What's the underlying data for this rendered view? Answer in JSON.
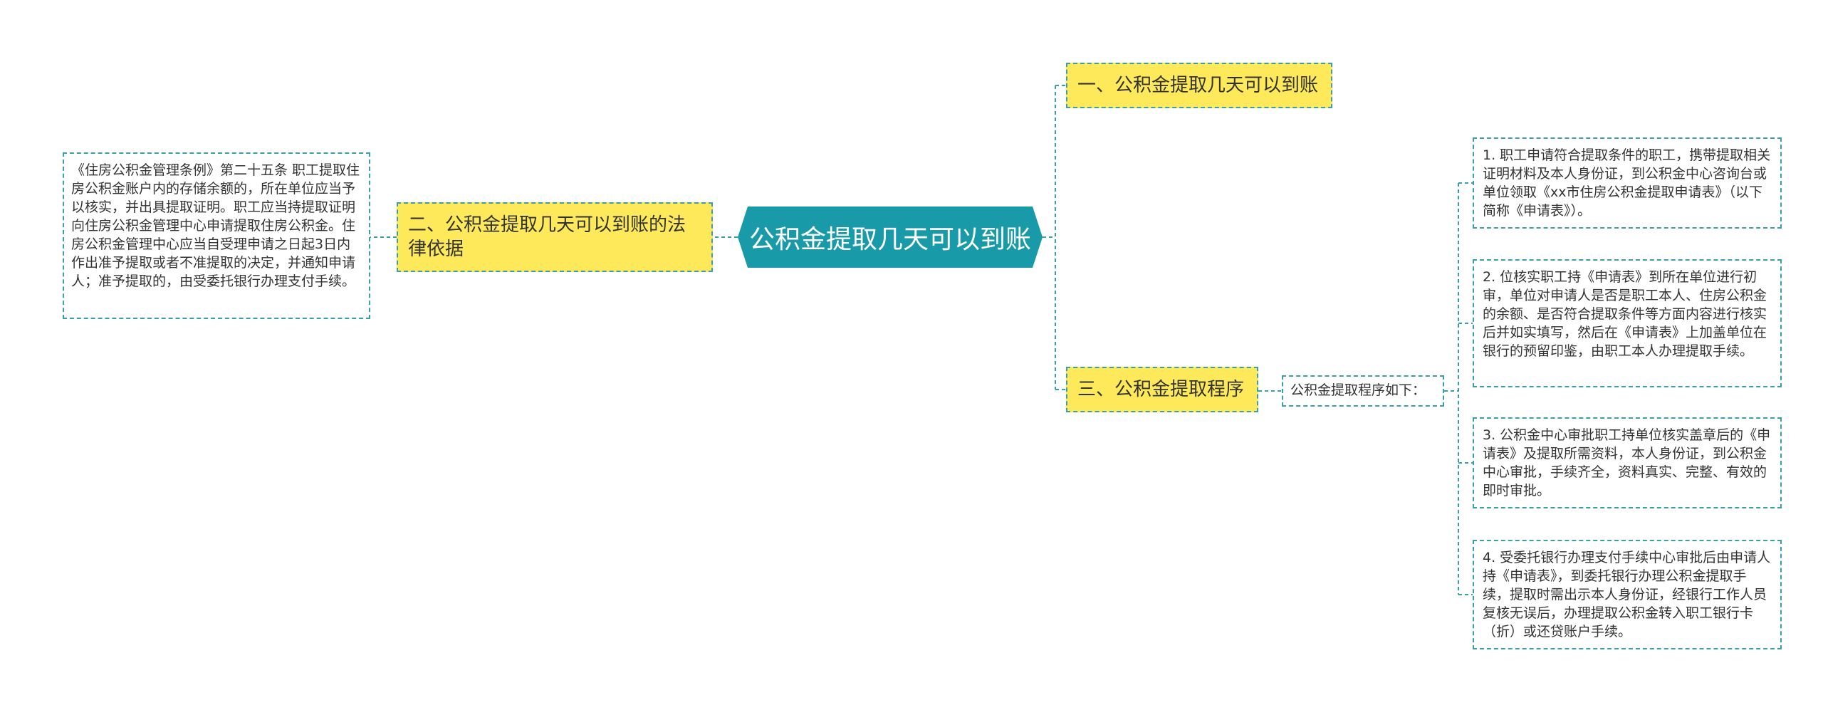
{
  "root": {
    "title": "公积金提取几天可以到账"
  },
  "branches": {
    "b1": {
      "label": "一、公积金提取几天可以到账"
    },
    "b2": {
      "label": "二、公积金提取几天可以到账的法律依据",
      "detail": "《住房公积金管理条例》第二十五条 职工提取住房公积金账户内的存储余额的，所在单位应当予以核实，并出具提取证明。职工应当持提取证明向住房公积金管理中心申请提取住房公积金。住房公积金管理中心应当自受理申请之日起3日内作出准予提取或者不准提取的决定，并通知申请人；准予提取的，由受委托银行办理支付手续。"
    },
    "b3": {
      "label": "三、公积金提取程序",
      "sub": "公积金提取程序如下：",
      "steps": [
        "1. 职工申请符合提取条件的职工，携带提取相关证明材料及本人身份证，到公积金中心咨询台或单位领取《xx市住房公积金提取申请表》（以下简称《申请表》）。",
        "2. 位核实职工持《申请表》到所在单位进行初审，单位对申请人是否是职工本人、住房公积金的余额、是否符合提取条件等方面内容进行核实后并如实填写，然后在《申请表》上加盖单位在银行的预留印鉴，由职工本人办理提取手续。",
        "3. 公积金中心审批职工持单位核实盖章后的《申请表》及提取所需资料，本人身份证，到公积金中心审批，手续齐全，资料真实、完整、有效的即时审批。",
        "4. 受委托银行办理支付手续中心审批后由申请人持《申请表》，到委托银行办理公积金提取手续，提取时需出示本人身份证，经银行工作人员复核无误后，办理提取公积金转入职工银行卡（折）或还贷账户手续。"
      ]
    }
  },
  "colors": {
    "root": "#199aa8",
    "branch": "#fde95a",
    "connector": "#3a9fa8"
  }
}
